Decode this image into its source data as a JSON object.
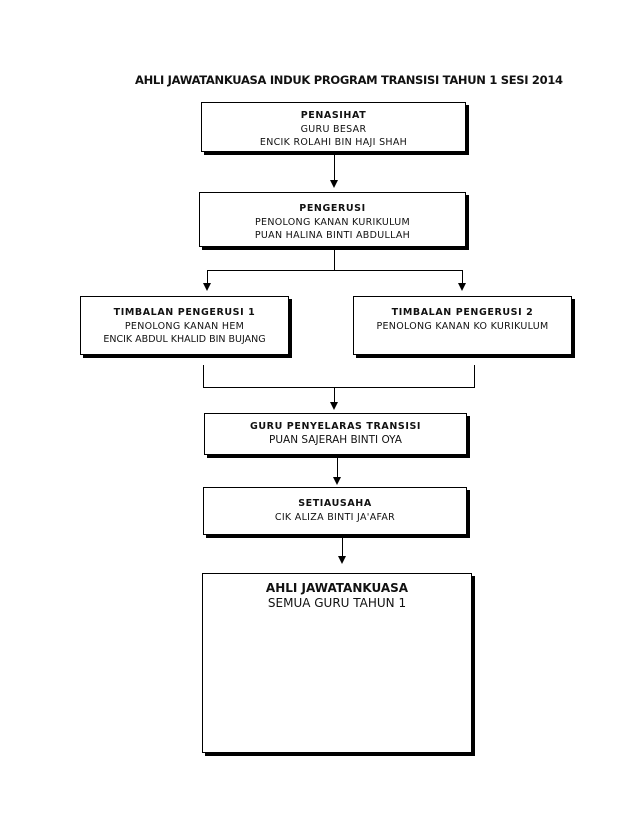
{
  "title": "AHLI JAWATANKUASA INDUK PROGRAM TRANSISI TAHUN 1 SESI 2014",
  "boxes": {
    "penasihat": {
      "role": "PENASIHAT",
      "line1": "GURU BESAR",
      "line2": "ENCIK ROLAHI BIN HAJI SHAH"
    },
    "pengerusi": {
      "role": "PENGERUSI",
      "line1": "PENOLONG KANAN KURIKULUM",
      "line2": "PUAN HALINA BINTI ABDULLAH"
    },
    "timbalan1": {
      "role": "TIMBALAN PENGERUSI 1",
      "line1": "PENOLONG KANAN HEM",
      "line2": "ENCIK ABDUL KHALID BIN BUJANG"
    },
    "timbalan2": {
      "role": "TIMBALAN PENGERUSI 2",
      "line1": "PENOLONG KANAN KO KURIKULUM"
    },
    "penyelaras": {
      "role": "GURU PENYELARAS TRANSISI",
      "line1": "PUAN SAJERAH BINTI OYA"
    },
    "setiausaha": {
      "role": "SETIAUSAHA",
      "line1": "CIK ALIZA BINTI JA'AFAR"
    },
    "ahli": {
      "role": "AHLI JAWATANKUASA",
      "line1": "SEMUA GURU TAHUN 1"
    }
  }
}
